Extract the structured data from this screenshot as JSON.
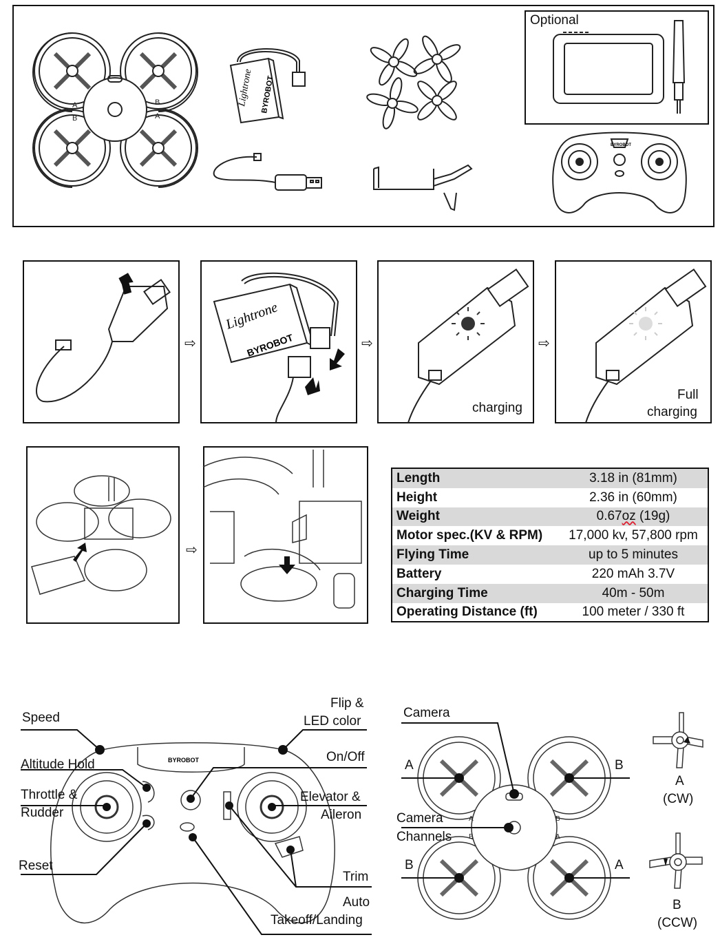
{
  "package": {
    "optional_label": "Optional",
    "battery_brand": "Lightrone",
    "maker": "BYROBOT",
    "prop_markings": {
      "a": "A",
      "b": "B"
    }
  },
  "charging_steps": {
    "step3_status": "charging",
    "step4_status_line1": "Full",
    "step4_status_line2": "charging"
  },
  "specs": [
    {
      "name": "Length",
      "value": "3.18 in (81mm)"
    },
    {
      "name": "Height",
      "value": "2.36 in (60mm)"
    },
    {
      "name": "Weight",
      "value_pre": "0.67",
      "value_mark": "oz",
      "value_post": " (19g)"
    },
    {
      "name": "Motor spec.(KV & RPM)",
      "value": "17,000 kv, 57,800 rpm"
    },
    {
      "name": "Flying Time",
      "value": "up to 5 minutes"
    },
    {
      "name": "Battery",
      "value": "220 mAh 3.7V"
    },
    {
      "name": "Charging Time",
      "value": "40m - 50m"
    },
    {
      "name": "Operating Distance (ft)",
      "value": "100 meter / 330 ft"
    }
  ],
  "controller": {
    "speed": "Speed",
    "altitude_hold": "Altitude Hold",
    "throttle_line1": "Throttle &",
    "throttle_line2": "Rudder",
    "reset": "Reset",
    "flip_line1": "Flip &",
    "flip_line2": "LED color",
    "on_off": "On/Off",
    "elevator_line1": "Elevator &",
    "elevator_line2": "Aileron",
    "trim": "Trim",
    "auto_line1": "Auto",
    "auto_line2": "Takeoff/Landing",
    "brand": "BYROBOT"
  },
  "drone": {
    "camera": "Camera",
    "a_top": "A",
    "b_top": "B",
    "camera_channels_line1": "Camera",
    "camera_channels_line2": "Channels",
    "b_bottom": "B",
    "a_bottom": "A",
    "prop_a_line1": "A",
    "prop_a_line2": "(CW)",
    "prop_b_line1": "B",
    "prop_b_line2": "(CCW)"
  }
}
